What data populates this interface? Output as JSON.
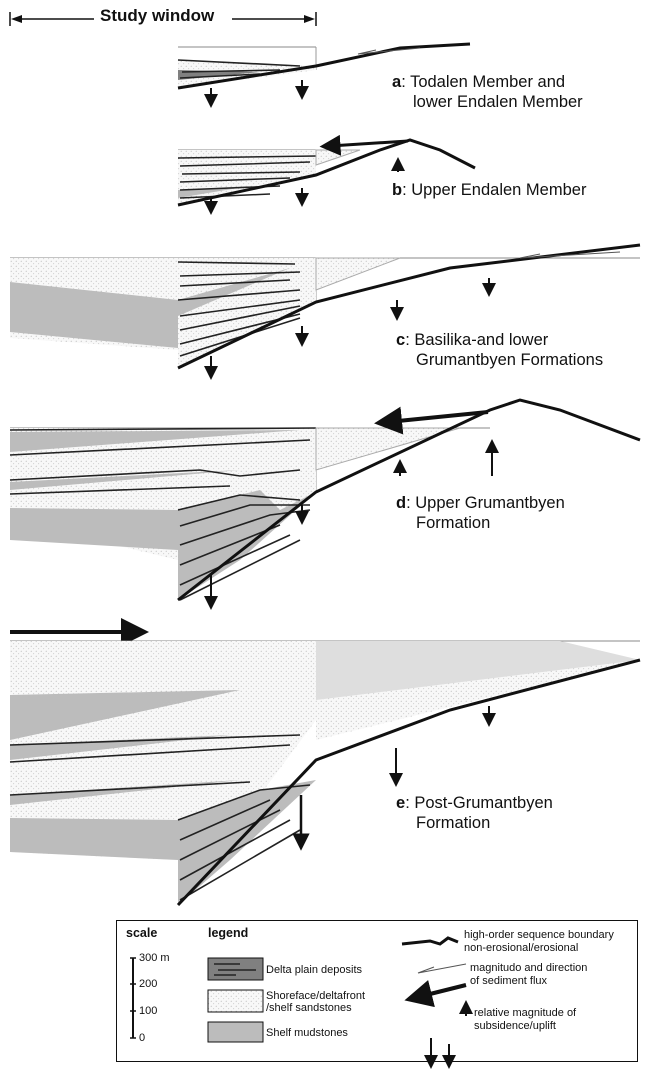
{
  "header": {
    "study_window": "Study window"
  },
  "panels": [
    {
      "letter": "a",
      "line1": "Todalen Member and",
      "line2": "lower Endalen Member"
    },
    {
      "letter": "b",
      "line1": "Upper Endalen Member",
      "line2": ""
    },
    {
      "letter": "c",
      "line1": "Basilika-and lower",
      "line2": "Grumantbyen Formations"
    },
    {
      "letter": "d",
      "line1": "Upper Grumantbyen",
      "line2": "Formation"
    },
    {
      "letter": "e",
      "line1": "Post-Grumantbyen",
      "line2": "Formation"
    }
  ],
  "legend": {
    "scale_title": "scale",
    "scale_ticks": [
      "300 m",
      "200",
      "100",
      "0"
    ],
    "legend_title": "legend",
    "delta_plain": "Delta plain deposits",
    "shoreface_1": "Shoreface/deltafront",
    "shoreface_2": "/shelf sandstones",
    "shelf_mud": "Shelf mudstones",
    "seq_boundary_1": "high-order sequence boundary",
    "seq_boundary_2": "non-erosional/erosional",
    "flux_1": "magnitudo and direction",
    "flux_2": "of sediment flux",
    "subsidence_1": "relative magnitude of",
    "subsidence_2": "subsidence/uplift"
  },
  "colors": {
    "mud": "#bcbcbc",
    "sand": "#f6f6f6",
    "delta": "#808080",
    "line": "#111111",
    "gray_line": "#9a9a9a"
  }
}
